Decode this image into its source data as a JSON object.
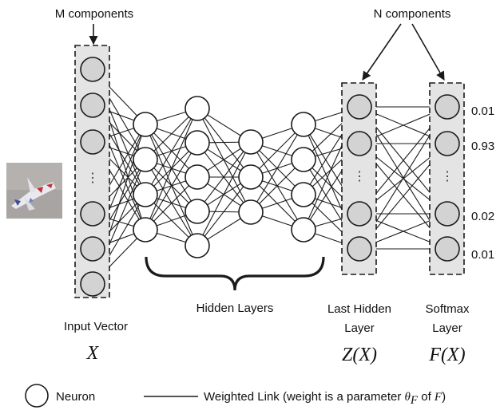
{
  "labels": {
    "m_components": "M components",
    "n_components": "N components",
    "hidden_layers": "Hidden Layers",
    "input_vector": "Input Vector",
    "input_symbol": "X",
    "last_hidden_line1": "Last Hidden",
    "last_hidden_line2": "Layer",
    "last_hidden_symbol": "Z(X)",
    "softmax_line1": "Softmax",
    "softmax_line2": "Layer",
    "softmax_symbol": "F(X)",
    "vertical_ellipsis": "⋮"
  },
  "output_values": [
    "0.01",
    "0.93",
    "0.02",
    "0.01"
  ],
  "legend": {
    "neuron_label": "Neuron",
    "link_label_prefix": "Weighted Link  (weight is a parameter ",
    "theta": "θ",
    "theta_sub": "F",
    "link_label_of": " of ",
    "link_label_F": "F",
    "link_label_suffix": ")"
  },
  "colors": {
    "layer_panel_fill": "#e4e4e4",
    "neuron_fill": "#d3d3d3",
    "hidden_neuron_fill": "#ffffff",
    "line": "#1a1a1a"
  },
  "icons": {
    "input_image": "airplane-thumbnail"
  }
}
